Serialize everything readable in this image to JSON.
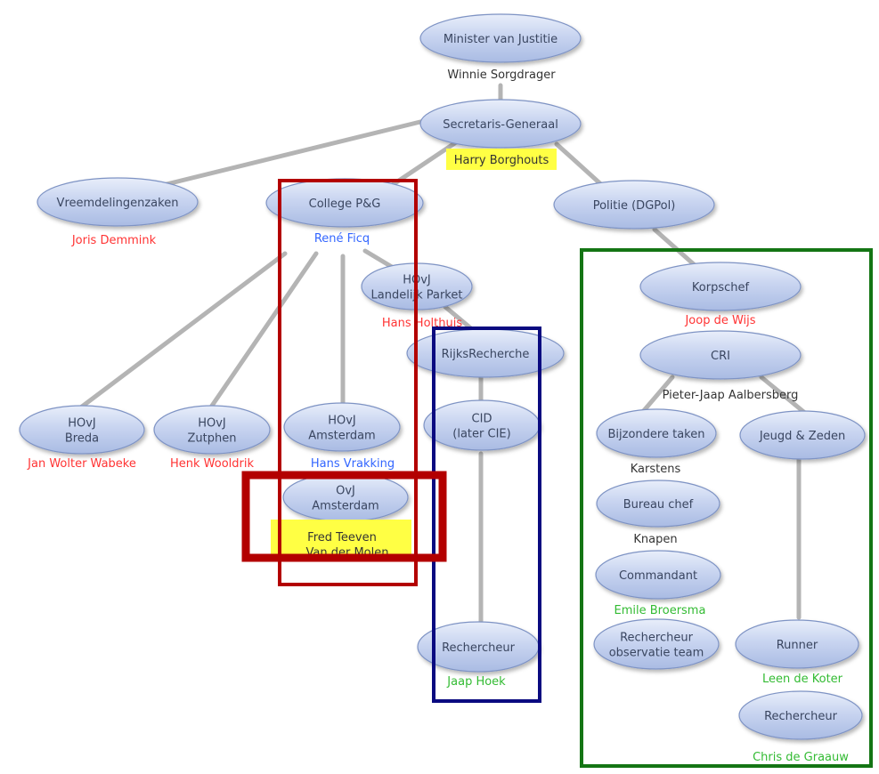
{
  "colors": {
    "node_fill_top": "#e8eefa",
    "node_fill_bottom": "#a9bbe3",
    "node_stroke": "#7e93c4",
    "node_text": "#3a4660",
    "edge": "#b4b4b4",
    "person_red": "#ff3333",
    "person_blue": "#3366ff",
    "person_green": "#33bb33",
    "person_dark": "#333333",
    "highlight": "#ffff44",
    "frame_red": "#b30000",
    "frame_blue": "#0a0a80",
    "frame_green": "#147514"
  },
  "nodes": {
    "minister": [
      "Minister van Justitie"
    ],
    "sg": [
      "Secretaris-Generaal"
    ],
    "vreemdelingenzaken": [
      "Vreemdelingenzaken"
    ],
    "college": [
      "College P&G"
    ],
    "politie": [
      "Politie (DGPol)"
    ],
    "hovj_lp": [
      "HOvJ",
      "Landelijk Parket"
    ],
    "korpschef": [
      "Korpschef"
    ],
    "rijksrecherche": [
      "RijksRecherche"
    ],
    "cri": [
      "CRI"
    ],
    "hovj_breda": [
      "HOvJ",
      "Breda"
    ],
    "hovj_zutphen": [
      "HOvJ",
      "Zutphen"
    ],
    "hovj_amsterdam": [
      "HOvJ",
      "Amsterdam"
    ],
    "cid": [
      "CID",
      "(later CIE)"
    ],
    "bijzondere": [
      "Bijzondere taken"
    ],
    "jeugd": [
      "Jeugd & Zeden"
    ],
    "ovj_amsterdam": [
      "OvJ",
      "Amsterdam"
    ],
    "bureau": [
      "Bureau chef"
    ],
    "commandant": [
      "Commandant"
    ],
    "observatie": [
      "Rechercheur",
      "observatie team"
    ],
    "rechercheur_cid": [
      "Rechercheur"
    ],
    "runner": [
      "Runner"
    ],
    "rechercheur_jz": [
      "Rechercheur"
    ]
  },
  "people": {
    "sorgdrager": "Winnie Sorgdrager",
    "borghouts": "Harry Borghouts",
    "demmink": "Joris Demmink",
    "ficq": "René Ficq",
    "holthuis": "Hans Holthuis",
    "de_wijs": "Joop de Wijs",
    "aalbersberg": "Pieter-Jaap Aalbersberg",
    "wabeke": "Jan Wolter Wabeke",
    "wooldrik": "Henk Wooldrik",
    "vrakking": "Hans Vrakking",
    "karstens": "Karstens",
    "teeven": "Fred Teeven",
    "van_der_molen": "Van der Molen",
    "knapen": "Knapen",
    "broersma": "Emile Broersma",
    "hoek": "Jaap Hoek",
    "de_koter": "Leen de Koter",
    "de_graauw": "Chris de Graauw"
  }
}
